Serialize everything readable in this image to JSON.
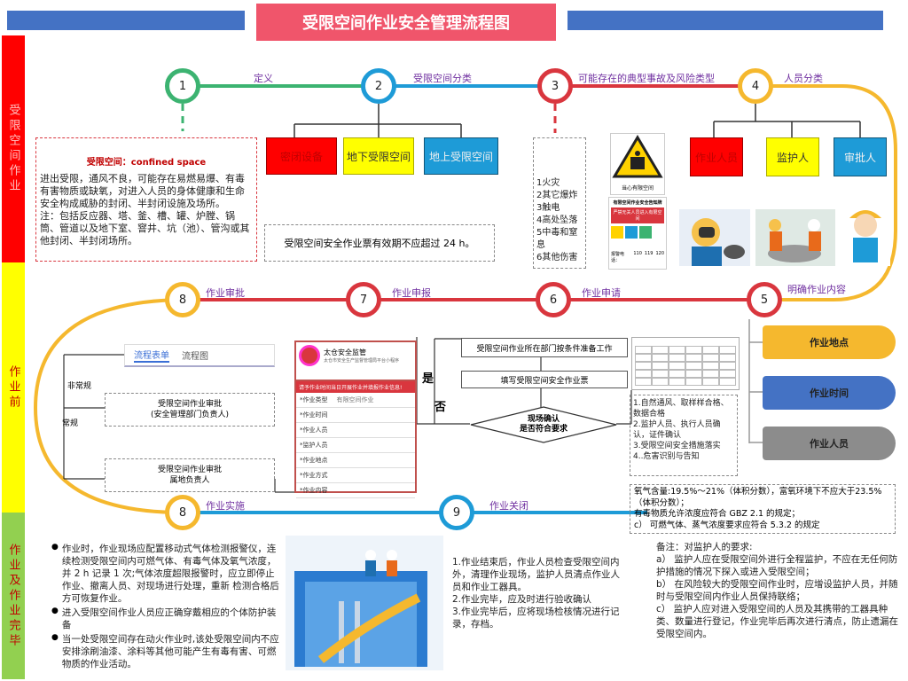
{
  "title": "受限空间作业安全管理流程图",
  "side_labels": {
    "top": "受限空间作业",
    "mid": "作业前",
    "bottom": "作业及作业完毕"
  },
  "steps": {
    "s1": {
      "num": "1",
      "label": "定义"
    },
    "s2": {
      "num": "2",
      "label": "受限空间分类"
    },
    "s3": {
      "num": "3",
      "label": "可能存在的典型事故及风险类型"
    },
    "s4": {
      "num": "4",
      "label": "人员分类"
    },
    "s5": {
      "num": "5",
      "label": "明确作业内容"
    },
    "s6": {
      "num": "6",
      "label": "作业申请"
    },
    "s7": {
      "num": "7",
      "label": "作业申报"
    },
    "s8a": {
      "num": "8",
      "label": "作业审批"
    },
    "s8b": {
      "num": "8",
      "label": "作业实施"
    },
    "s9": {
      "num": "9",
      "label": "作业关闭"
    }
  },
  "definition": {
    "heading": "受限空间：confined space",
    "body": "进出受限，通风不良，可能存在易燃易爆、有毒有害物质或缺氧，对进入人员的身体健康和生命安全构成威胁的封闭、半封闭设施及场所。",
    "note": "注：包括反应器、塔、釜、槽、罐、炉膛、锅筒、管道以及地下室、窨井、坑（池）、管沟或其他封闭、半封闭场所。"
  },
  "categories": {
    "a": "密闭设备",
    "b": "地下受限空间",
    "c": "地上受限空间"
  },
  "validity_note": "受限空间安全作业票有效期不应超过 24 h。",
  "hazards": [
    "1火灾",
    "2其它爆炸",
    "3触电",
    "4高处坠落",
    "5中毒和窒息",
    "6其他伤害"
  ],
  "sign": {
    "caption": "当心有限空间",
    "board_title": "有限空间作业安全告知牌",
    "board_warn": "严禁无关人员进入有限空间",
    "phone_label": "报警电话：",
    "phone1": "110",
    "phone2": "119",
    "phone3": "120"
  },
  "roles": {
    "a": "作业人员",
    "b": "监护人",
    "c": "审批人"
  },
  "content_items": {
    "a": "作业地点",
    "b": "作业时间",
    "c": "作业人员"
  },
  "application": {
    "step1": "受限空间作业所在部门按条件准备工作",
    "step2": "填写受限空间安全作业票",
    "decision": "现场确认\n是否符合要求",
    "yes": "是",
    "no": "否"
  },
  "conditions": "1.自然通风、取样样合格、数据合格\n2.监护人员、执行人员确认，证件确认\n3.受限空间安全措施落实\n4..危害识别与告知",
  "declare_app": {
    "org": "太仓安全监管",
    "sub": "太仓市安全生产监督管理局平台小程序",
    "banner": "请予作业时间当日开展作业并填报作业信息!",
    "fields": [
      "*作业类型",
      "*作业时间",
      "*作业人员",
      "*监护人员",
      "*作业地点",
      "*作业方式",
      "*作业内容"
    ],
    "type_value": "有限空间作业"
  },
  "approval": {
    "tab1": "流程表单",
    "tab2": "流程图",
    "irregular": "非常规",
    "regular": "常规",
    "box1": "受限空间作业审批\n(安全管理部门负责人)",
    "box2": "受限空间作业审批\n属地负责人"
  },
  "gas_standard": "氧气含量:19.5%～21%（体积分数），富氧环境下不应大于23.5%（体积分数）；\n有毒物质允许浓度应符合 GBZ 2.1 的规定；\nc） 可燃气体、蒸气浓度要求应符合 5.3.2 的规定",
  "implementation": [
    "作业时，作业现场应配置移动式气体检测报警仪，连续检测受限空间内可燃气体、有毒气体及氧气浓度，并 2 h 记录 1 次;气体浓度超限报警时，应立即停止作业、撤离人员、对现场进行处理，重新 检测合格后方可恢复作业。",
    "进入受限空间作业人员应正确穿戴相应的个体防护装备",
    "当一处受限空间存在动火作业时,该处受限空间内不应安排涂刷油漆、涂料等其他可能产生有毒有害、可燃物质的作业活动。"
  ],
  "closing": "1.作业结束后，作业人员检查受限空间内外，清理作业现场，监护人员清点作业人员和作业工器具。\n2.作业完毕，应及时进行验收确认\n3.作业完毕后，应将现场检核情况进行记录，存档。",
  "guardian_note": {
    "title": "备注：对监护人的要求:",
    "body": "a） 监护人应在受限空间外进行全程监护，不应在无任何防护措施的情况下探入或进入受限空间；\nb） 在风险较大的受限空间作业时，应增设监护人员，并随时与受限空间内作业人员保持联络；\nc） 监护人应对进入受限空间的人员及其携带的工器具种类、数量进行登记，作业完毕后再次进行清点，防止遗漏在受限空间内。"
  },
  "colors": {
    "green": "#3cb371",
    "blue": "#1e9bd7",
    "red": "#d9363e",
    "orange": "#f5b82e",
    "yellow": "#ffff00",
    "purple": "#7030a0"
  }
}
